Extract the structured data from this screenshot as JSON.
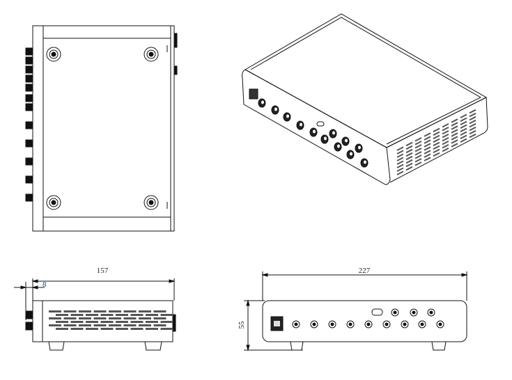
{
  "dimensions": {
    "side_length": "157",
    "side_offset": "8",
    "front_width": "227",
    "front_height": "55"
  },
  "colors": {
    "line": "#111111",
    "vent": "#555555",
    "offset_label": "#1a3a9a"
  }
}
